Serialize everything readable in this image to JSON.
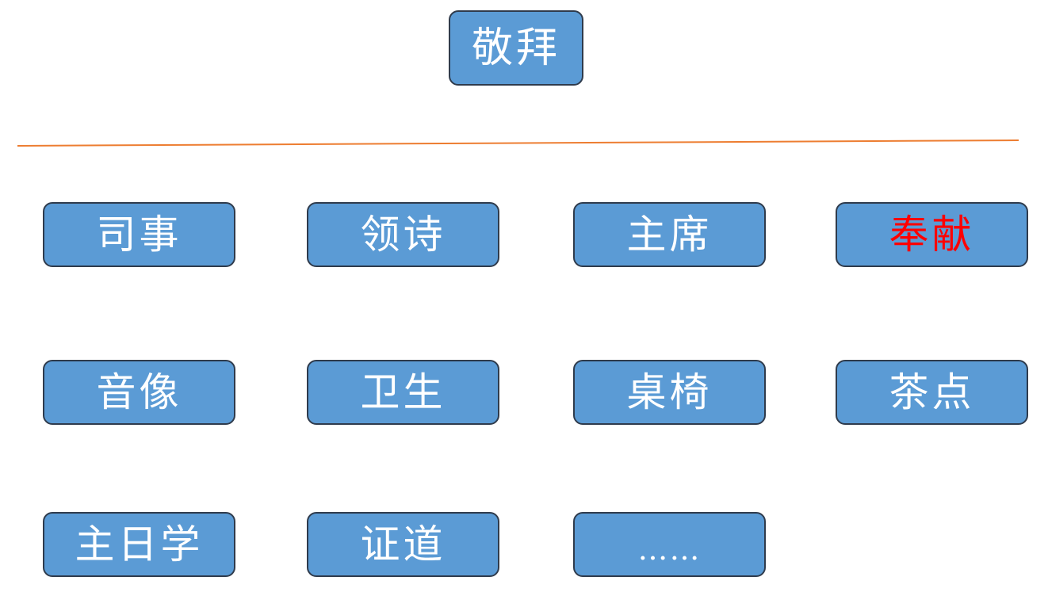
{
  "top": {
    "label": "敬拜"
  },
  "divider_color": "#ed7d31",
  "box_color": "#5b9bd5",
  "items": [
    {
      "label": "司事",
      "color": "#ffffff"
    },
    {
      "label": "领诗",
      "color": "#ffffff"
    },
    {
      "label": "主席",
      "color": "#ffffff"
    },
    {
      "label": "奉献",
      "color": "#ff0000"
    },
    {
      "label": "音像",
      "color": "#ffffff"
    },
    {
      "label": "卫生",
      "color": "#ffffff"
    },
    {
      "label": "桌椅",
      "color": "#ffffff"
    },
    {
      "label": "茶点",
      "color": "#ffffff"
    },
    {
      "label": "主日学",
      "color": "#ffffff"
    },
    {
      "label": "证道",
      "color": "#ffffff"
    },
    {
      "label": "……",
      "color": "#ffffff"
    }
  ]
}
